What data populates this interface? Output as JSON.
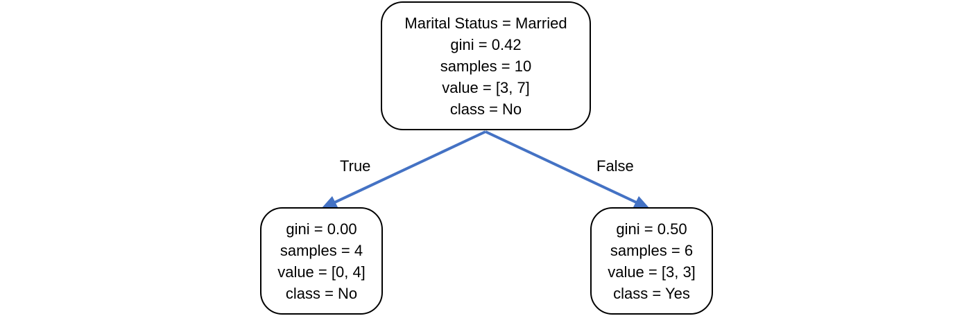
{
  "tree": {
    "root": {
      "lines": [
        "Marital Status = Married",
        "gini = 0.42",
        "samples = 10",
        "value = [3, 7]",
        "class = No"
      ]
    },
    "left": {
      "lines": [
        "gini = 0.00",
        "samples = 4",
        "value = [0, 4]",
        "class = No"
      ]
    },
    "right": {
      "lines": [
        "gini = 0.50",
        "samples = 6",
        "value = [3, 3]",
        "class = Yes"
      ]
    },
    "edges": {
      "true_label": "True",
      "false_label": "False"
    }
  },
  "colors": {
    "edge": "#4472C4",
    "node_border": "#000000",
    "text": "#000000",
    "background": "#ffffff"
  }
}
